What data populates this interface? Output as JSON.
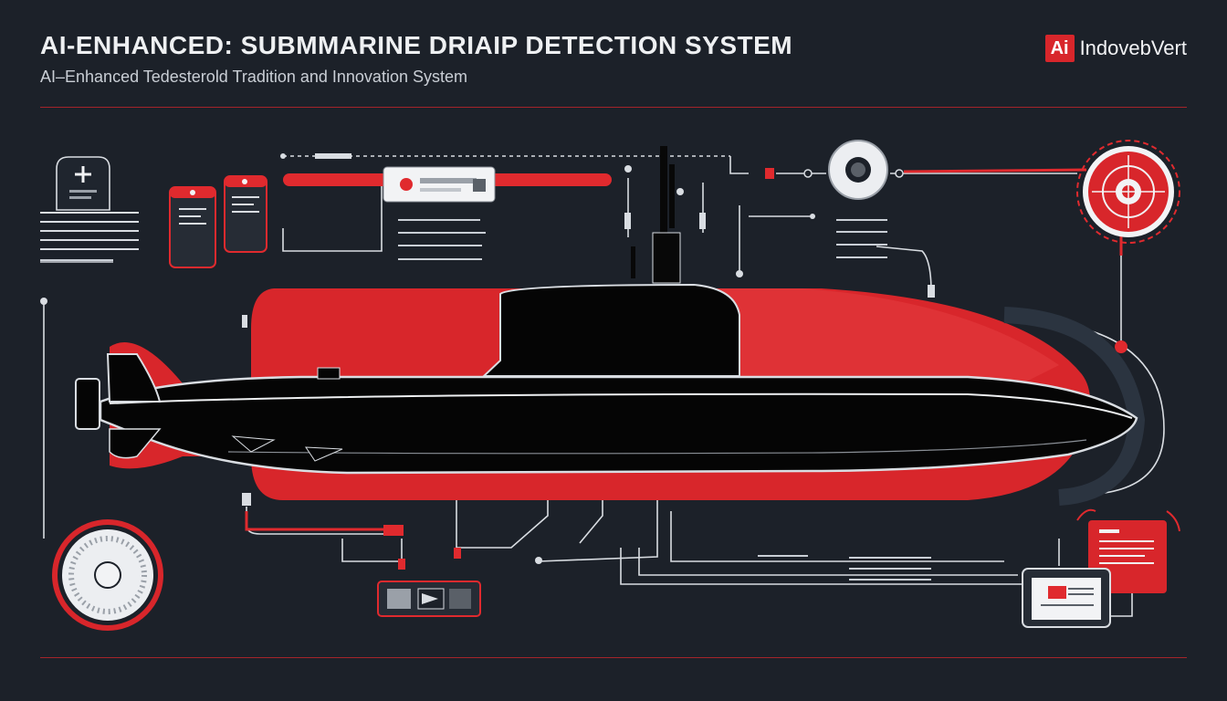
{
  "header": {
    "title": "AI-ENHANCED: SUBMMARINE DRIAIP DETECTION SYSTEM",
    "subtitle": "AI–Enhanced Tedesterold Tradition and Innovation System"
  },
  "brand": {
    "badge": "Ai",
    "name": "IndovebVert"
  },
  "colors": {
    "background": "#1c2129",
    "accent_red": "#e02a2e",
    "hull": "#050505",
    "line": "#d9dde2"
  },
  "icons": [
    "shield-plus-icon",
    "sonar-dial-icon",
    "radar-target-icon",
    "camera-lens-icon",
    "alert-monitor-icon"
  ]
}
